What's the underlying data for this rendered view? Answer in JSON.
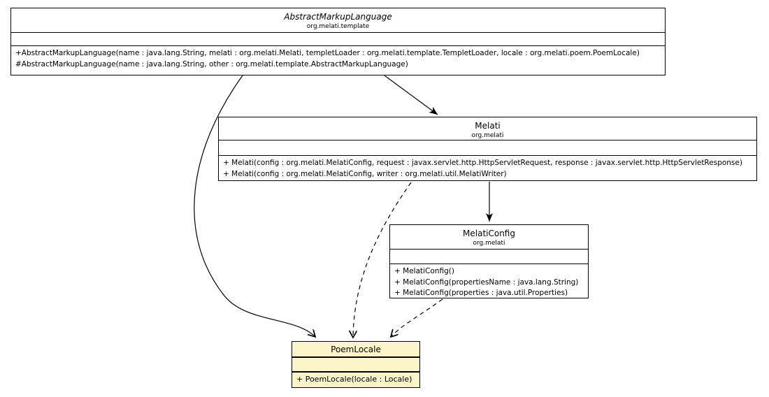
{
  "diagram": {
    "type": "uml-class-diagram",
    "colors": {
      "background": "#ffffff",
      "box_fill": "#ffffff",
      "highlight_fill": "#FBF5C8",
      "line": "#000000"
    },
    "classes": {
      "abstract_markup_language": {
        "name": "AbstractMarkupLanguage",
        "package": "org.melati.template",
        "abstract": true,
        "methods": [
          "+AbstractMarkupLanguage(name : java.lang.String, melati : org.melati.Melati, templetLoader : org.melati.template.TempletLoader, locale : org.melati.poem.PoemLocale)",
          "#AbstractMarkupLanguage(name : java.lang.String, other : org.melati.template.AbstractMarkupLanguage)"
        ]
      },
      "melati": {
        "name": "Melati",
        "package": "org.melati",
        "abstract": false,
        "methods": [
          "+ Melati(config : org.melati.MelatiConfig, request : javax.servlet.http.HttpServletRequest, response : javax.servlet.http.HttpServletResponse)",
          "+ Melati(config : org.melati.MelatiConfig, writer : org.melati.util.MelatiWriter)"
        ]
      },
      "melati_config": {
        "name": "MelatiConfig",
        "package": "org.melati",
        "abstract": false,
        "methods": [
          "+ MelatiConfig()",
          "+ MelatiConfig(propertiesName : java.lang.String)",
          "+ MelatiConfig(properties : java.util.Properties)"
        ]
      },
      "poem_locale": {
        "name": "PoemLocale",
        "abstract": false,
        "methods": [
          "+ PoemLocale(locale : Locale)"
        ]
      }
    },
    "edges": [
      {
        "from": "AbstractMarkupLanguage",
        "to": "Melati",
        "line": "solid",
        "arrowhead": "filled"
      },
      {
        "from": "AbstractMarkupLanguage",
        "to": "PoemLocale",
        "line": "solid",
        "arrowhead": "open"
      },
      {
        "from": "Melati",
        "to": "MelatiConfig",
        "line": "solid",
        "arrowhead": "filled"
      },
      {
        "from": "Melati",
        "to": "PoemLocale",
        "line": "dashed",
        "arrowhead": "open"
      },
      {
        "from": "MelatiConfig",
        "to": "PoemLocale",
        "line": "dashed",
        "arrowhead": "open"
      }
    ]
  }
}
